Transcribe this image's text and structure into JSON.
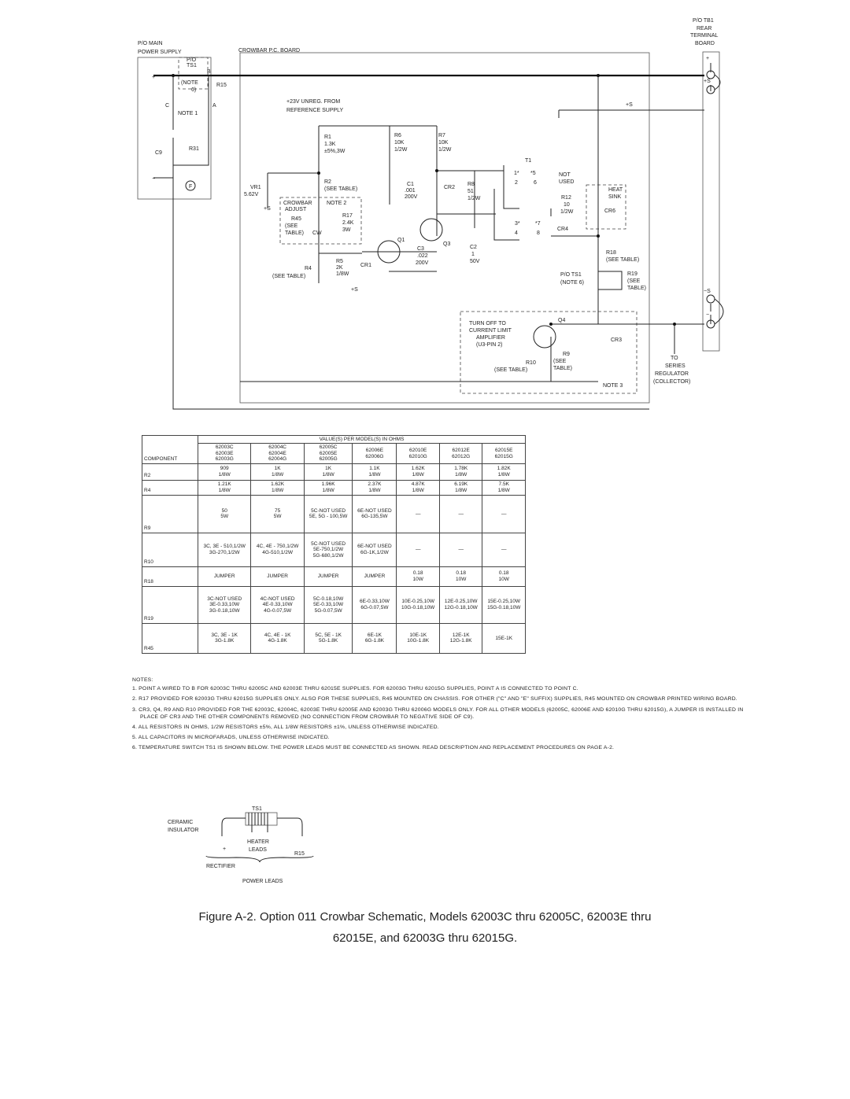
{
  "schematic": {
    "po_main": "P/O MAIN",
    "power_supply": "POWER SUPPLY",
    "crowbar_board": "CROWBAR P.C. BOARD",
    "po_tb1": "P/O TB1",
    "rear": "REAR",
    "terminal": "TERMINAL",
    "board": "BOARD",
    "po_ts1": "P/O",
    "ts1": "TS1",
    "note6a": "(NOTE",
    "note6b": "6)",
    "pt_b": "B",
    "pt_a": "A",
    "pt_c": "C",
    "pt_f": "F",
    "r15": "R15",
    "note1": "NOTE 1",
    "c9": "C9",
    "r31": "R31",
    "plus": "+",
    "minus": "−",
    "unreg1": "+23V UNREG. FROM",
    "unreg2": "REFERENCE SUPPLY",
    "r1": [
      "R1",
      "1.3K",
      "±5%,3W"
    ],
    "r6": [
      "R6",
      "10K",
      "1/2W"
    ],
    "r7": [
      "R7",
      "10K",
      "1/2W"
    ],
    "vr1": [
      "VR1",
      "5.62V"
    ],
    "r2": [
      "R2",
      "(SEE TABLE)"
    ],
    "crowbar_adjust": [
      "CROWBAR",
      "ADJUST"
    ],
    "note2": "NOTE 2",
    "r45": [
      "R45",
      "(SEE",
      "TABLE)",
      "CW"
    ],
    "r17": [
      "R17",
      "2.4K",
      "3W"
    ],
    "c1": [
      "C1",
      ".001",
      "200V"
    ],
    "cr2": "CR2",
    "r8": [
      "R8",
      "51",
      "1/2W"
    ],
    "q1": "Q1",
    "q3": "Q3",
    "c3": [
      "C3",
      ".022",
      "200V"
    ],
    "c2": [
      "C2",
      "1",
      "50V"
    ],
    "r5": [
      "R5",
      "2K",
      "1/8W"
    ],
    "cr1": "CR1",
    "r4": [
      "R4",
      "(SEE TABLE)"
    ],
    "sense": "+S",
    "t1": "T1",
    "t1_pins": [
      "1*",
      "2",
      "*5",
      "6",
      "3*",
      "4",
      "*7",
      "8"
    ],
    "not_used": [
      "NOT",
      "USED"
    ],
    "r12": [
      "R12",
      "10",
      "1/2W"
    ],
    "heat_sink": [
      "HEAT",
      "SINK"
    ],
    "cr6": "CR6",
    "cr4": "CR4",
    "r18": [
      "R18",
      "(SEE TABLE)"
    ],
    "po_ts1_note": [
      "P/O TS1",
      "(NOTE 6)"
    ],
    "r19": [
      "R19",
      "(SEE",
      "TABLE)"
    ],
    "tb_terms": [
      "+",
      "+S",
      "−S",
      "−"
    ],
    "turn_off": [
      "TURN OFF TO",
      "CURRENT LIMIT",
      "AMPLIFIER",
      "(U3-PIN 2)"
    ],
    "q4": "Q4",
    "cr3": "CR3",
    "r9": [
      "R9",
      "(SEE",
      "TABLE)"
    ],
    "r10": [
      "R10",
      "(SEE TABLE)"
    ],
    "note3": "NOTE 3",
    "to_series": [
      "TO",
      "SERIES",
      "REGULATOR",
      "(COLLECTOR)"
    ]
  },
  "table": {
    "title": "VALUE(S) PER MODEL(S) IN OHMS",
    "component_header": "COMPONENT",
    "models": [
      "62003C\n62003E\n62003G",
      "62004C\n62004E\n62004G",
      "62005C\n62005E\n62005G",
      "62006E\n62006G",
      "62010E\n62010G",
      "62012E\n62012G",
      "62015E\n62015G"
    ],
    "rows": [
      {
        "component": "R2",
        "values": [
          "909\n1/8W",
          "1K\n1/8W",
          "1K\n1/8W",
          "1.1K\n1/8W",
          "1.62K\n1/8W",
          "1.78K\n1/8W",
          "1.82K\n1/8W"
        ]
      },
      {
        "component": "R4",
        "values": [
          "1.21K\n1/8W",
          "1.62K\n1/8W",
          "1.96K\n1/8W",
          "2.37K\n1/8W",
          "4.87K\n1/8W",
          "6.19K\n1/8W",
          "7.5K\n1/8W"
        ]
      },
      {
        "component": "R9",
        "values": [
          "50\n5W",
          "75\n5W",
          "5C-NOT USED\n5E, 5G - 100,5W",
          "6E-NOT USED\n6G-135,5W",
          "—",
          "—",
          "—"
        ]
      },
      {
        "component": "R10",
        "values": [
          "3C, 3E - 510,1/2W\n3G-270,1/2W",
          "4C, 4E - 750,1/2W\n4G-510,1/2W",
          "5C-NOT USED\n5E-750,1/2W\n5G-680,1/2W",
          "6E-NOT USED\n6G-1K,1/2W",
          "—",
          "—",
          "—"
        ]
      },
      {
        "component": "R18",
        "values": [
          "JUMPER",
          "JUMPER",
          "JUMPER",
          "JUMPER",
          "0.18\n10W",
          "0.18\n10W",
          "0.18\n10W"
        ]
      },
      {
        "component": "R19",
        "values": [
          "3C-NOT USED\n3E-0.33,10W\n3G-0.18,10W",
          "4C-NOT USED\n4E-0.33,10W\n4G-0.07,5W",
          "5C-0.18,10W\n5E-0.33,10W\n5G-0.07,5W",
          "6E-0.33,10W\n6G-0.07,5W",
          "10E-0.25,10W\n10G-0.18,10W",
          "12E-0.25,10W\n12G-0.18,10W",
          "15E-0.25,10W\n15G-0.18,10W"
        ]
      },
      {
        "component": "R45",
        "values": [
          "3C, 3E - 1K\n3G-1.8K",
          "4C, 4E - 1K\n4G-1.8K",
          "5C, 5E - 1K\n5G-1.8K",
          "6E-1K\n6G-1.8K",
          "10E-1K\n10G-1.8K",
          "12E-1K\n12G-1.8K",
          "15E-1K"
        ]
      }
    ]
  },
  "notes": {
    "heading": "NOTES:",
    "items": [
      "1. POINT A WIRED TO B FOR 62003C THRU 62005C AND 62003E THRU 62015E SUPPLIES. FOR 62003G THRU 62015G SUPPLIES, POINT A IS CONNECTED TO POINT C.",
      "2. R17 PROVIDED FOR 62003G THRU 62015G SUPPLIES ONLY. ALSO FOR THESE SUPPLIES, R45 MOUNTED ON CHASSIS. FOR OTHER (\"C\" AND \"E\" SUFFIX) SUPPLIES, R45 MOUNTED ON CROWBAR PRINTED WIRING BOARD.",
      "3. CR3, Q4, R9 AND R10 PROVIDED FOR THE 62003C, 62004C, 62003E THRU 62005E AND 62003G THRU 62006G MODELS ONLY. FOR ALL OTHER MODELS (62005C, 62006E AND 62010G THRU 62015G), A JUMPER IS INSTALLED IN PLACE OF CR3 AND THE OTHER COMPONENTS REMOVED (NO CONNECTION FROM CROWBAR TO NEGATIVE SIDE OF C9).",
      "4. ALL RESISTORS IN OHMS, 1/2W RESISTORS ±5%, ALL 1/8W RESISTORS ±1%, UNLESS OTHERWISE INDICATED.",
      "5. ALL CAPACITORS IN MICROFARADS, UNLESS OTHERWISE INDICATED.",
      "6. TEMPERATURE SWITCH TS1 IS SHOWN BELOW. THE POWER LEADS MUST BE CONNECTED AS SHOWN. READ DESCRIPTION AND REPLACEMENT PROCEDURES ON PAGE A-2."
    ]
  },
  "ts1_detail": {
    "title": "TS1",
    "ceramic": [
      "CERAMIC",
      "INSULATOR"
    ],
    "heater": [
      "HEATER",
      "LEADS"
    ],
    "plus": "+",
    "rectifier": "RECTIFIER",
    "r15": "R15",
    "power_leads": "POWER LEADS"
  },
  "caption": {
    "line1": "Figure A-2. Option 011 Crowbar Schematic, Models 62003C thru 62005C, 62003E thru",
    "line2": "62015E, and 62003G thru 62015G."
  }
}
